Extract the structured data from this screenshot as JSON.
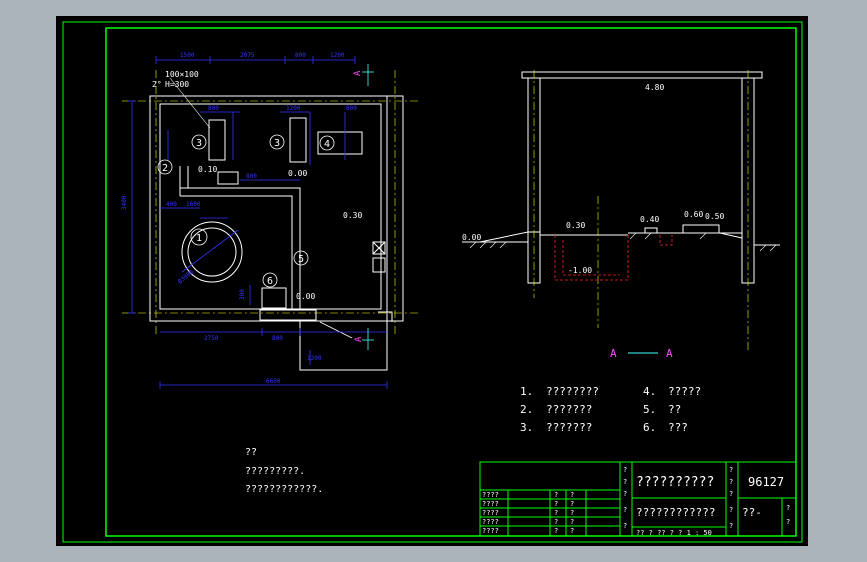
{
  "colors": {
    "frame": "#00ff00",
    "wall": "#ffffff",
    "dim": "#3333ff",
    "text_white": "#ffffff",
    "text_yellow": "#ffff00",
    "center": "#ffff00",
    "red": "#ff2222",
    "magenta": "#ff44ff",
    "cyan": "#44ffff"
  },
  "plan": {
    "dims_top": [
      "1500",
      "2075",
      "800",
      "1200"
    ],
    "dim_left": "3400",
    "dims_inner": [
      "800",
      "1200",
      "800",
      "400",
      "800",
      "1600"
    ],
    "dims_bottom": [
      "2750",
      "800",
      "1200"
    ],
    "dim_total": "6600",
    "section_marker": "A",
    "pipe_label": "100×100",
    "pipe_height": "H=300",
    "angle_label": "2°",
    "elev_010": "0.10",
    "elev_000a": "0.00",
    "elev_030": "0.30",
    "elev_000b": "0.00",
    "dia_label": "Ø3000",
    "dim_300": "300",
    "items": [
      "1",
      "2",
      "3",
      "3",
      "4",
      "5",
      "6"
    ]
  },
  "section": {
    "elev_top": "4.80",
    "elev_ground": "0.00",
    "elev_030": "0.30",
    "elev_040": "0.40",
    "elev_060": "0.60",
    "elev_050": "0.50",
    "elev_pit": "-1.00",
    "title_left": "A",
    "title_right": "A"
  },
  "legend": [
    {
      "num": "1.",
      "text": "????????"
    },
    {
      "num": "2.",
      "text": "???????"
    },
    {
      "num": "3.",
      "text": "???????"
    },
    {
      "num": "4.",
      "text": "?????"
    },
    {
      "num": "5.",
      "text": "??"
    },
    {
      "num": "6.",
      "text": "???"
    }
  ],
  "notes": {
    "title": "??",
    "line1": "?????????.",
    "line2": "????????????."
  },
  "title_block": {
    "main_title": "??????????",
    "drawing_no": "96127",
    "sub_title": "????????????",
    "code": "??-",
    "q": "?",
    "rows": [
      "????",
      "????",
      "????",
      "????",
      "????"
    ],
    "scale_row": "??  ? ?? ?  ?  1 : 50"
  }
}
